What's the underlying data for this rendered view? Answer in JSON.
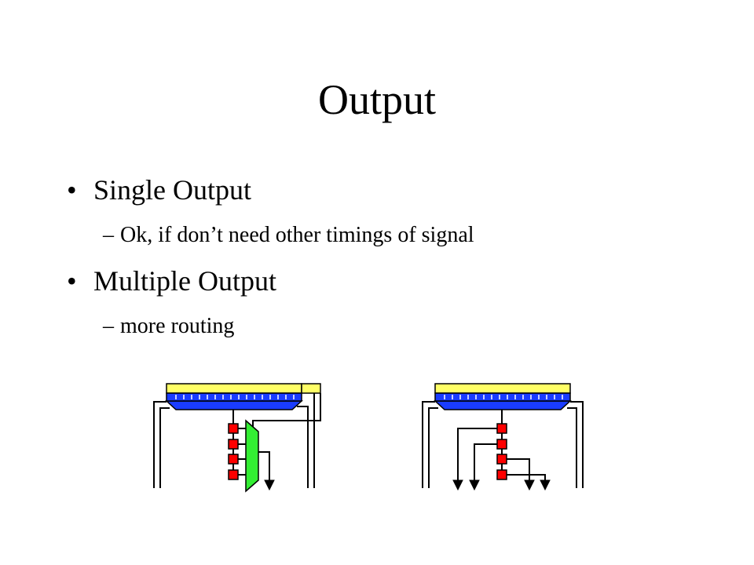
{
  "slide": {
    "title": "Output",
    "bullets": [
      {
        "text": "Single Output",
        "sub": [
          "Ok, if don’t need other timings of signal"
        ]
      },
      {
        "text": "Multiple Output",
        "sub": [
          "more routing"
        ]
      }
    ],
    "bullet_char": "•",
    "sub_bullet_char": "–"
  },
  "colors": {
    "bar_yellow": "#ffff66",
    "bar_blue": "#1a3cff",
    "register_red": "#ff0000",
    "mux_green": "#33ee33",
    "wire": "#000000"
  },
  "diagrams": [
    {
      "name": "single-output",
      "register_count": 4,
      "has_mux": true,
      "output_count": 1
    },
    {
      "name": "multiple-output",
      "register_count": 4,
      "has_mux": false,
      "output_count": 4
    }
  ]
}
